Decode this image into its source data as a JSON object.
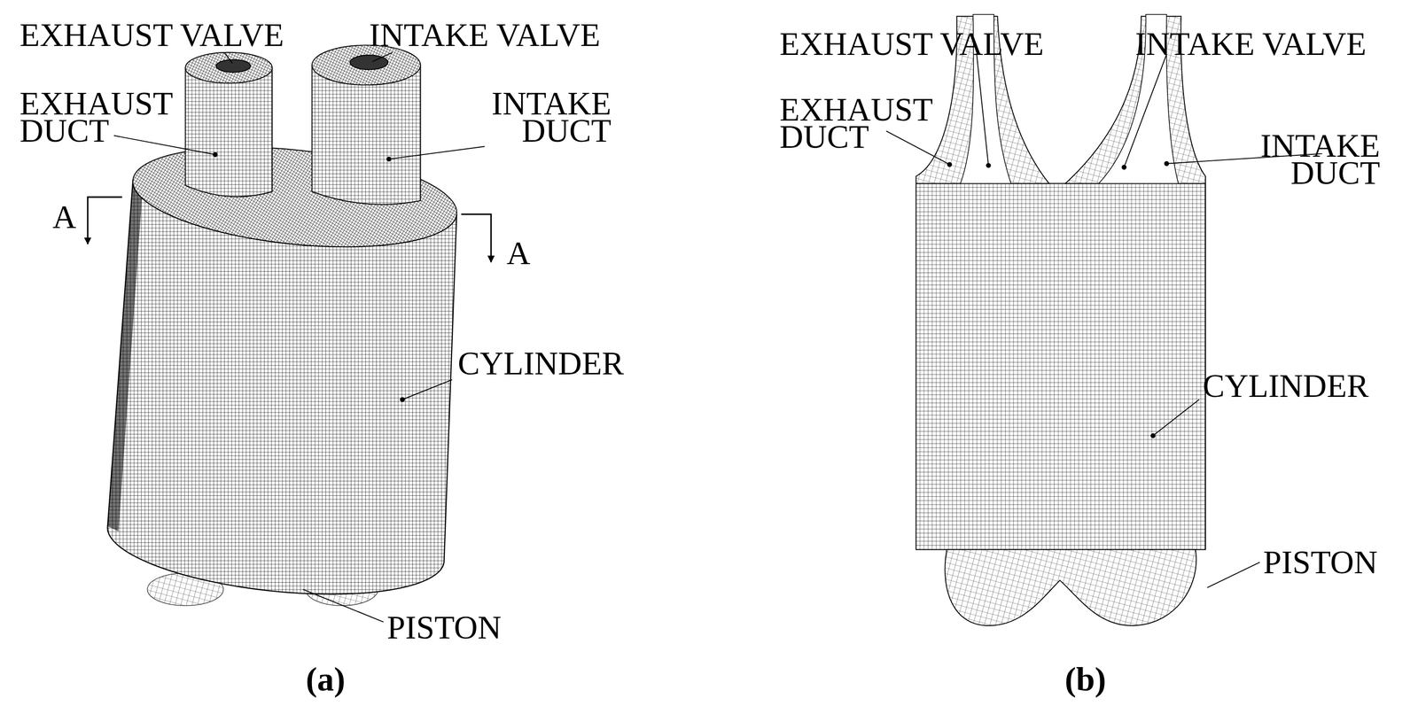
{
  "diagram": {
    "labels": [
      "EXHAUST VALVE",
      "INTAKE VALVE",
      "EXHAUST DUCT",
      "INTAKE DUCT",
      "A",
      "A",
      "CYLINDER",
      "PISTON",
      "(a)",
      "EXHAUST VALVE",
      "INTAKE VALVE",
      "EXHAUST DUCT",
      "INTAKE DUCT",
      "CYLINDER",
      "PISTON",
      "(b)"
    ]
  }
}
